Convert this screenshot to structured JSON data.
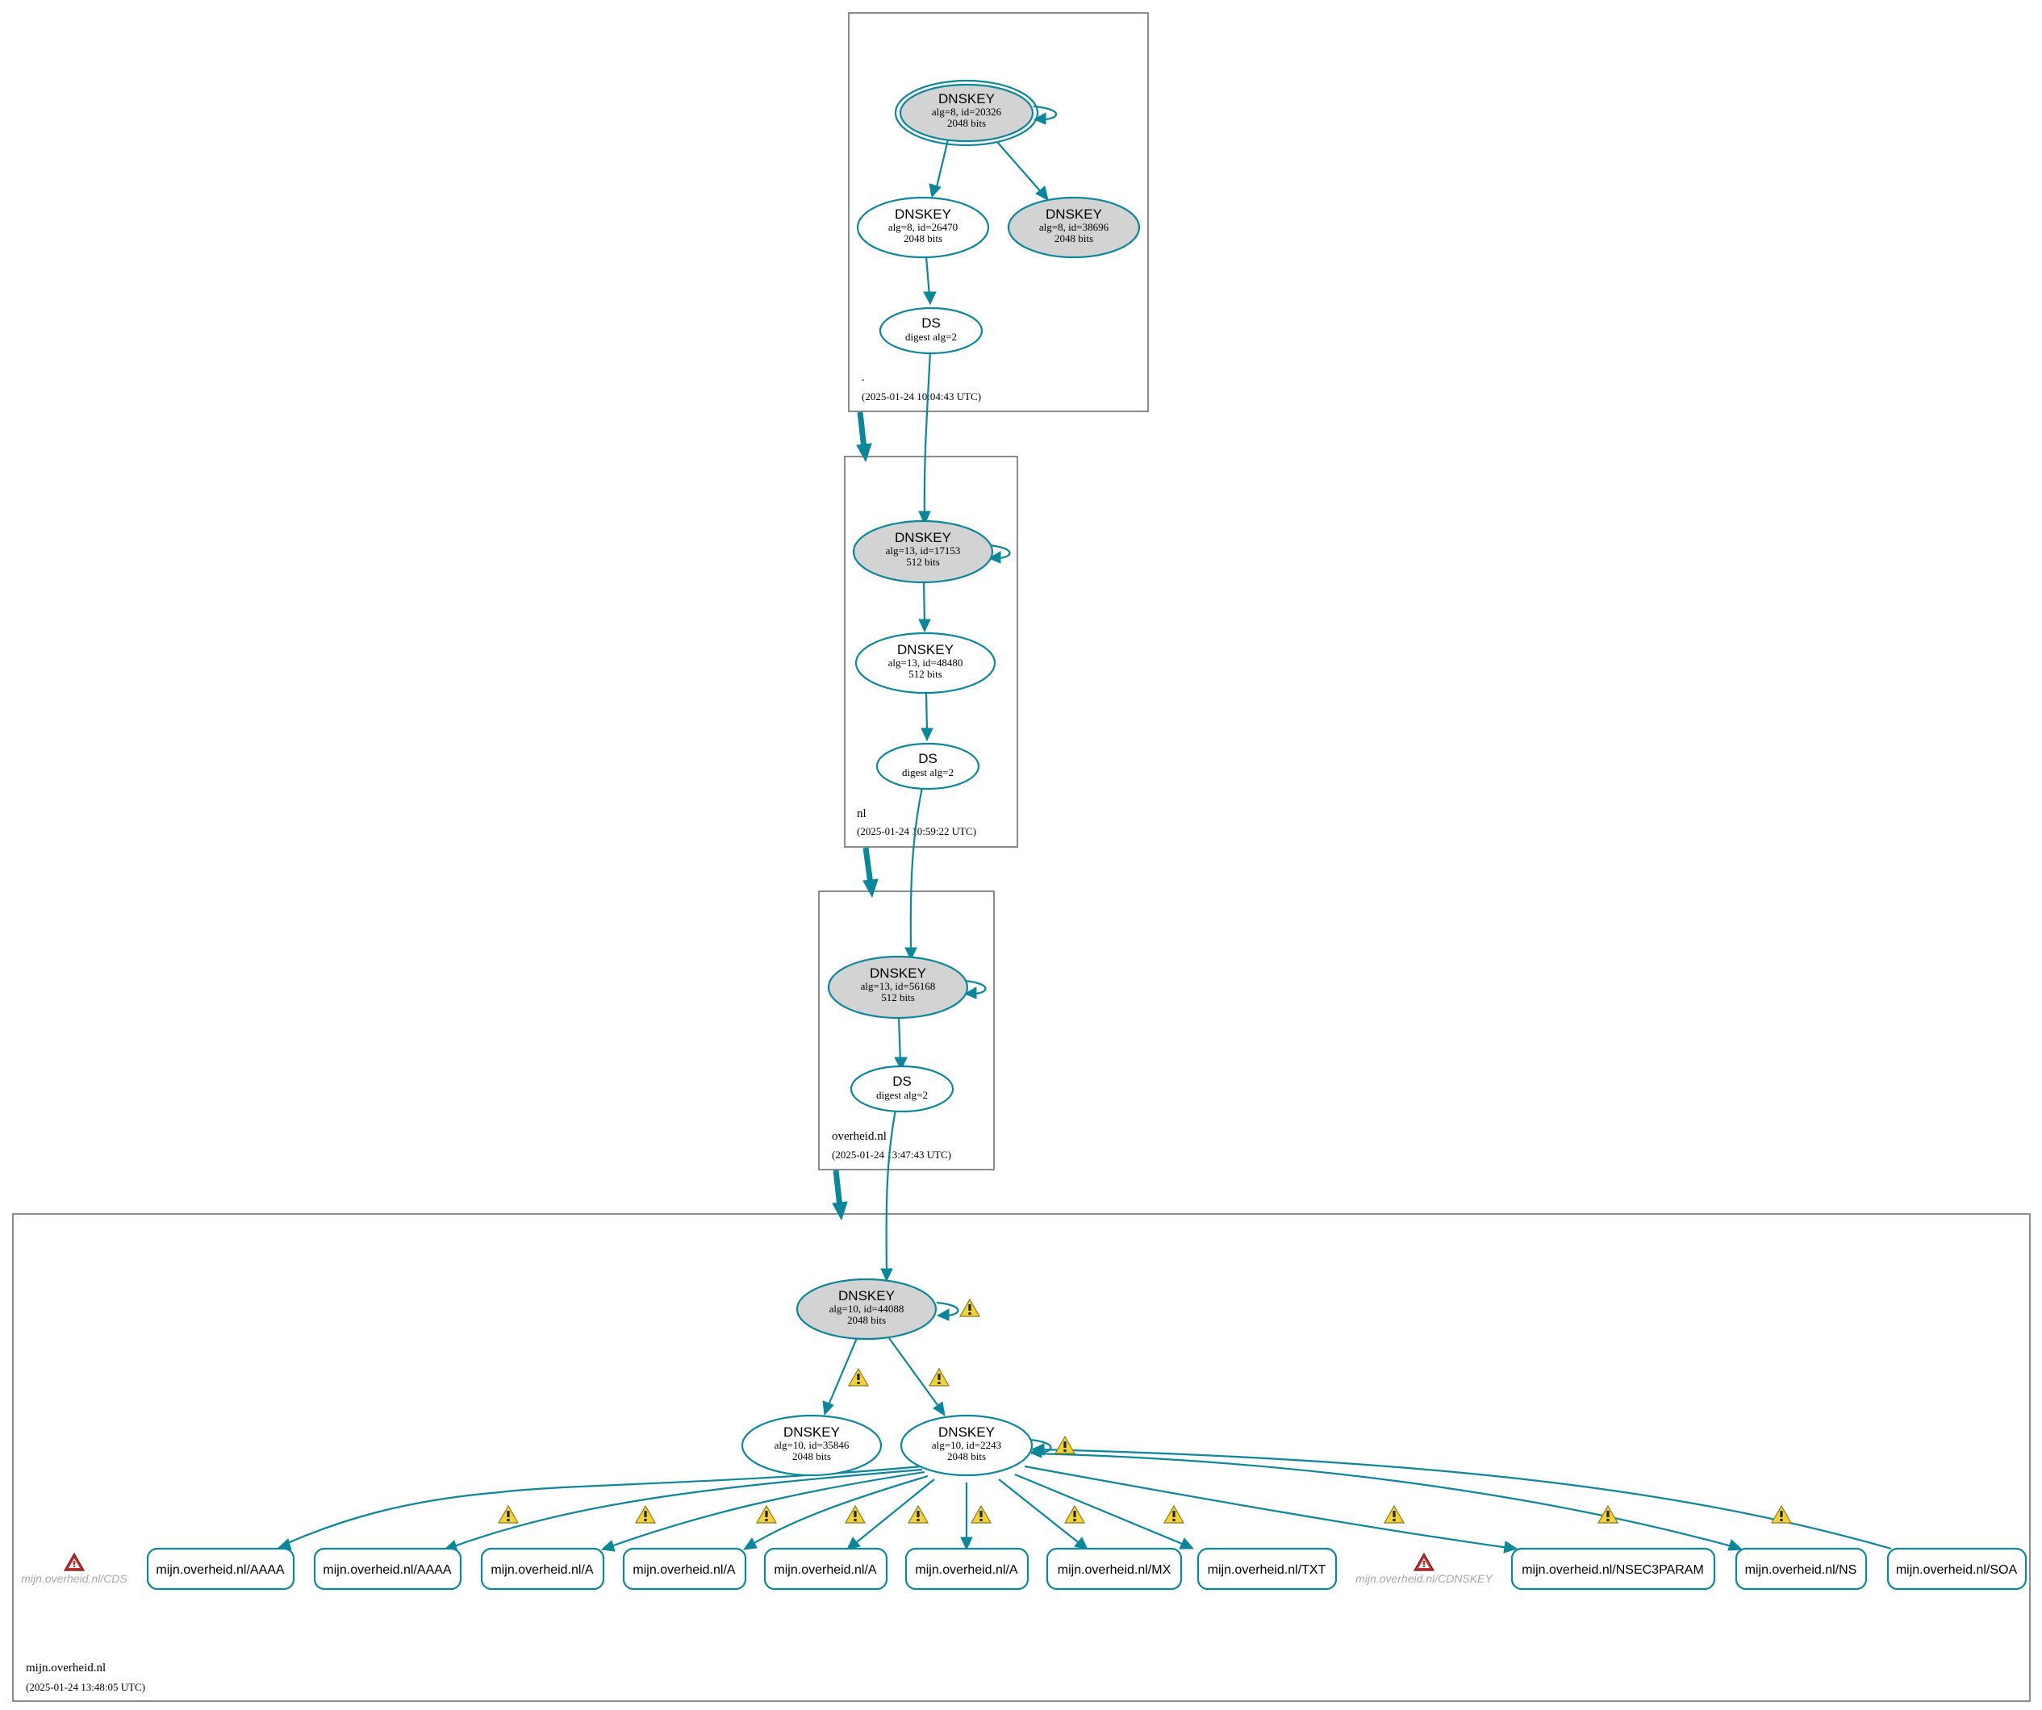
{
  "zones": {
    "root": {
      "name": ".",
      "time": "(2025-01-24 10:04:43 UTC)"
    },
    "nl": {
      "name": "nl",
      "time": "(2025-01-24 10:59:22 UTC)"
    },
    "overheid": {
      "name": "overheid.nl",
      "time": "(2025-01-24 13:47:43 UTC)"
    },
    "mijn": {
      "name": "mijn.overheid.nl",
      "time": "(2025-01-24 13:48:05 UTC)"
    }
  },
  "nodes": {
    "root_ksk": {
      "kind": "DNSKEY",
      "detail": "alg=8, id=20326",
      "bits": "2048 bits",
      "fill": "grey"
    },
    "root_zsk1": {
      "kind": "DNSKEY",
      "detail": "alg=8, id=26470",
      "bits": "2048 bits",
      "fill": "white"
    },
    "root_zsk2": {
      "kind": "DNSKEY",
      "detail": "alg=8, id=38696",
      "bits": "2048 bits",
      "fill": "grey"
    },
    "root_ds": {
      "kind": "DS",
      "detail": "digest alg=2",
      "fill": "white"
    },
    "nl_ksk": {
      "kind": "DNSKEY",
      "detail": "alg=13, id=17153",
      "bits": "512 bits",
      "fill": "grey"
    },
    "nl_zsk": {
      "kind": "DNSKEY",
      "detail": "alg=13, id=48480",
      "bits": "512 bits",
      "fill": "white"
    },
    "nl_ds": {
      "kind": "DS",
      "detail": "digest alg=2",
      "fill": "white"
    },
    "ov_ksk": {
      "kind": "DNSKEY",
      "detail": "alg=13, id=56168",
      "bits": "512 bits",
      "fill": "grey"
    },
    "ov_ds": {
      "kind": "DS",
      "detail": "digest alg=2",
      "fill": "white"
    },
    "mijn_ksk": {
      "kind": "DNSKEY",
      "detail": "alg=10, id=44088",
      "bits": "2048 bits",
      "fill": "grey"
    },
    "mijn_zsk1": {
      "kind": "DNSKEY",
      "detail": "alg=10, id=35846",
      "bits": "2048 bits",
      "fill": "white"
    },
    "mijn_zsk2": {
      "kind": "DNSKEY",
      "detail": "alg=10, id=2243",
      "bits": "2048 bits",
      "fill": "white"
    }
  },
  "rrsets": [
    "mijn.overheid.nl/AAAA",
    "mijn.overheid.nl/AAAA",
    "mijn.overheid.nl/A",
    "mijn.overheid.nl/A",
    "mijn.overheid.nl/A",
    "mijn.overheid.nl/A",
    "mijn.overheid.nl/MX",
    "mijn.overheid.nl/TXT",
    "mijn.overheid.nl/NSEC3PARAM",
    "mijn.overheid.nl/NS",
    "mijn.overheid.nl/SOA"
  ],
  "missing": {
    "cds": "mijn.overheid.nl/CDS",
    "cdnskey": "mijn.overheid.nl/CDNSKEY"
  },
  "colors": {
    "edge": "#0a879a",
    "grey_fill": "#d3d3d3",
    "warning": "#f2d335",
    "error": "#c62f2f",
    "missing_text": "#a8a8a8"
  },
  "icons": {
    "warning": "warning-triangle-icon",
    "error": "error-triangle-icon"
  }
}
